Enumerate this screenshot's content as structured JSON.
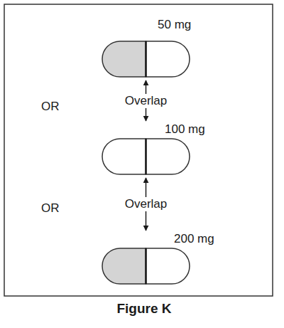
{
  "diagram": {
    "caption": "Figure K",
    "nodes": [
      {
        "text": [
          "50 mg"
        ]
      },
      {
        "text": [
          "100 mg"
        ]
      },
      {
        "text": [
          "200 mg"
        ]
      }
    ],
    "edges": [
      {
        "from": 0,
        "to": 1,
        "arrow": "both",
        "label": "Overlap"
      },
      {
        "from": 1,
        "to": 2,
        "arrow": "both",
        "label": "Overlap"
      }
    ],
    "labels": [
      "OR",
      "OR"
    ]
  }
}
